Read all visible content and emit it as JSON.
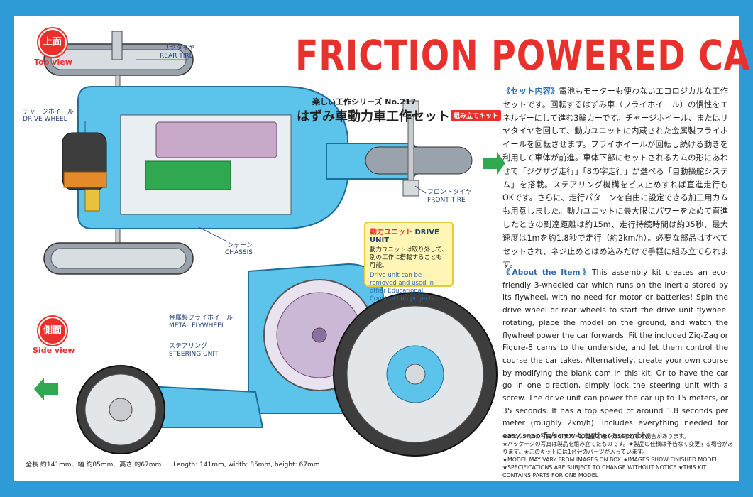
{
  "title": "FRICTION POWERED CAR",
  "series": "楽しい工作シリーズ No.217",
  "series_title": "はずみ車動力車工作セット",
  "kit_badge": "組み立てキット",
  "views": {
    "top": {
      "jp": "上面",
      "en": "Top view"
    },
    "side": {
      "jp": "側面",
      "en": "Side view"
    }
  },
  "labels": {
    "rear_tire_jp": "リヤタイヤ",
    "rear_tire_en": "REAR TIRE",
    "drive_wheel_jp": "チャージホイール",
    "drive_wheel_en": "DRIVE WHEEL",
    "front_tire_jp": "フロントタイヤ",
    "front_tire_en": "FRONT TIRE",
    "chassis_jp": "シャーシ",
    "chassis_en": "CHASSIS",
    "flywheel_jp": "金属製フライホイール",
    "flywheel_en": "METAL FLYWHEEL",
    "steering_jp": "ステアリング",
    "steering_en": "STEERING UNIT"
  },
  "drive_unit": {
    "head_jp": "動力ユニット",
    "head_en": "DRIVE UNIT",
    "body_jp": "動力ユニットは取り外して、別の工作に搭載することも可能。",
    "body_en": "Drive unit can be removed and used in other Educational Construction projects."
  },
  "jp_description": {
    "lead": "《セット内容》",
    "body": "電池もモーターも使わないエコロジカルな工作セットです。回転するはずみ車（フライホイール）の慣性をエネルギーにして進む3輪カーです。チャージホイール、またはリヤタイヤを回して、動力ユニットに内蔵された金属製フライホイールを回転させます。フライホイールが回転し続ける動きを利用して車体が前進。車体下部にセットされるカムの形にあわせて「ジグザグ走行」「8の字走行」が選べる「自動操舵システム」を搭載。ステアリング機構をビス止めすれば直進走行もOKです。さらに、走行パターンを自由に設定できる加工用カムも用意しました。動力ユニットに最大限にパワーをためて直進したときの到達距離は約15m、走行持続時間は約35秒、最大速度は1mを約1.8秒で走行（約2km/h）。必要な部品はすべてセットされ、ネジ止めとはめ込みだけで手軽に組み立てられます。"
  },
  "en_description": {
    "lead": "《About the Item》",
    "body": "This assembly kit creates an eco-friendly 3-wheeled car which runs on the inertia stored by its flywheel, with no need for motor or batteries! Spin the drive wheel or rear wheels to start the drive unit flywheel rotating, place the model on the ground, and watch the flywheel power the car forwards. Fit the included Zig-Zag or Figure-8 cams to the underside, and let them control the course the car takes. Alternatively, create your own course by modifying the blank cam in this kit. Or to have the car go in one direction, simply lock the steering unit with a screw. The drive unit can power the car up to 15 meters, or 35 seconds. It has a top speed of around 1.8 seconds per meter (roughly 2km/h). Includes everything needed for easy snap-fit/screw-together assembly."
  },
  "notes": [
    "★パッケージの写真やイラストは製品と色や形がことなる場合があります。",
    "★パッケージの写真は製品を組み立てたものです。★製品の仕様は予告なく変更する場合があります。★このキットには1台分のパーツが入っています。",
    "★MODEL MAY VARY FROM IMAGES ON BOX ★IMAGES SHOW FINISHED MODEL ★SPECIFICATIONS ARE SUBJECT TO CHANGE WITHOUT NOTICE ★THIS KIT CONTAINS PARTS FOR ONE MODEL"
  ],
  "dimensions": {
    "jp": "全長 約141mm、幅 約85mm、高さ 約67mm",
    "en": "Length: 141mm, width: 85mm, height: 67mm"
  },
  "colors": {
    "frame_blue": "#2f9bd6",
    "title_red": "#e8312c",
    "accent_green": "#2fa84f",
    "chassis_blue": "#5cc3ea"
  }
}
